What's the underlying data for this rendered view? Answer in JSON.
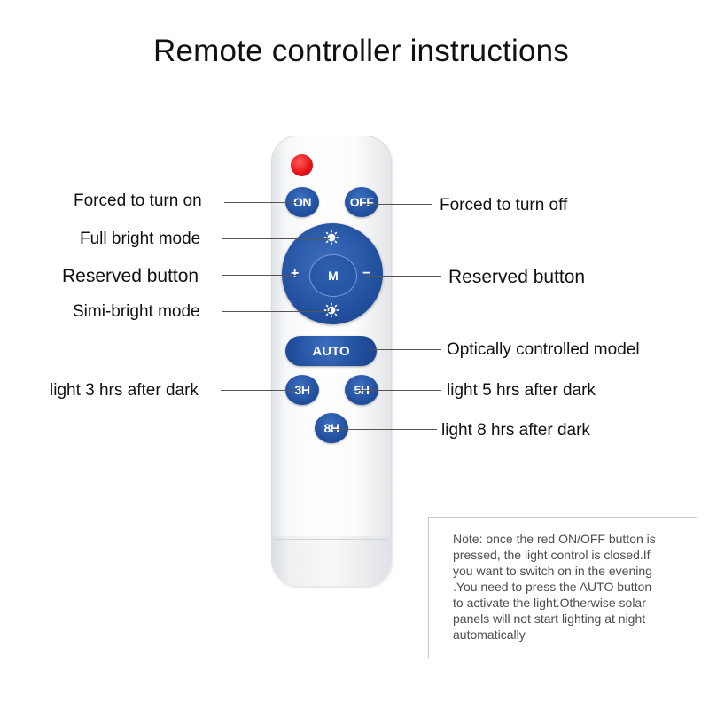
{
  "title": "Remote controller instructions",
  "colors": {
    "button_blue": "#21509f",
    "led_red": "#e8141c",
    "remote_white": "#f6f7f8"
  },
  "remote": {
    "buttons": {
      "on": "ON",
      "off": "OFF",
      "mode_center": "M",
      "plus": "+",
      "minus": "−",
      "full_bright_icon": "sun-full-icon",
      "simi_bright_icon": "sun-half-icon",
      "auto": "AUTO",
      "h3": "3H",
      "h5": "5H",
      "h8": "8H"
    }
  },
  "callouts": {
    "on": "Forced to turn on",
    "off": "Forced to turn off",
    "full_bright": "Full bright mode",
    "reserved_left": "Reserved button",
    "reserved_right": "Reserved button",
    "simi_bright": "Simi-bright mode",
    "auto": "Optically controlled model",
    "h3": "light 3 hrs after dark",
    "h5": "light 5 hrs after dark",
    "h8": "light 8 hrs after dark"
  },
  "note": {
    "lines": [
      "Note: once the red ON/OFF button is",
      "pressed, the light control is closed.If",
      "you want to switch on in the evening",
      ".You need to press the AUTO button",
      "to activate the light.Otherwise solar",
      "panels will not start lighting at night",
      "automatically"
    ]
  }
}
